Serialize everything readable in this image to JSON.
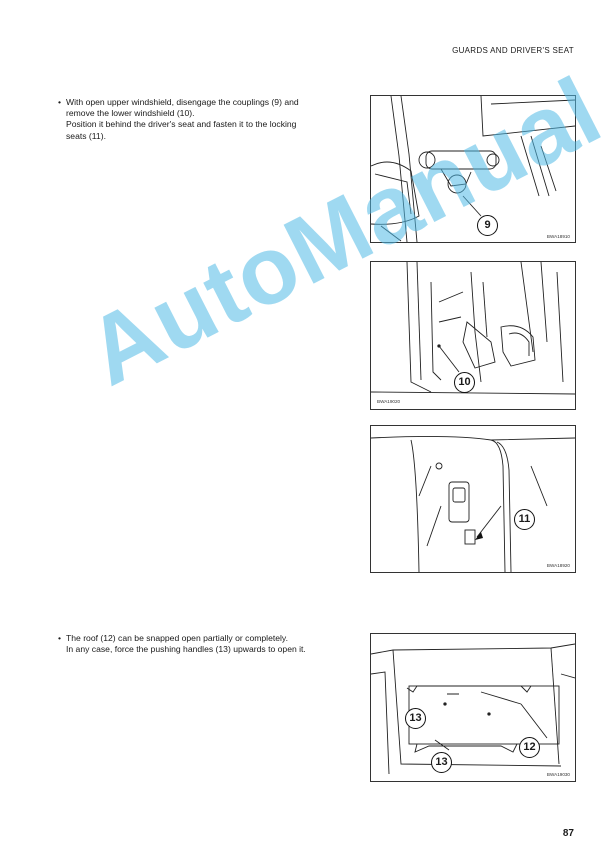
{
  "header": {
    "section_title": "GUARDS AND DRIVER'S SEAT"
  },
  "paragraph1": {
    "bullet": "•",
    "lines": [
      "With open upper windshield, disengage the couplings (9) and",
      "remove the lower windshield (10).",
      "Position it behind the driver's seat and fasten it to the locking",
      "seats (11)."
    ]
  },
  "paragraph2": {
    "bullet": "•",
    "lines": [
      "The roof (12) can be snapped open partially or completely.",
      "In any case, force the pushing handles (13) upwards to open it."
    ]
  },
  "figures": [
    {
      "code": "BWA18910",
      "callouts": [
        "9"
      ]
    },
    {
      "code": "BWA19020",
      "callouts": [
        "10"
      ]
    },
    {
      "code": "BWA18920",
      "callouts": [
        "11"
      ]
    },
    {
      "code": "BWA19030",
      "callouts": [
        "13",
        "12",
        "13"
      ]
    }
  ],
  "watermark": "AutoManual",
  "page_number": "87"
}
